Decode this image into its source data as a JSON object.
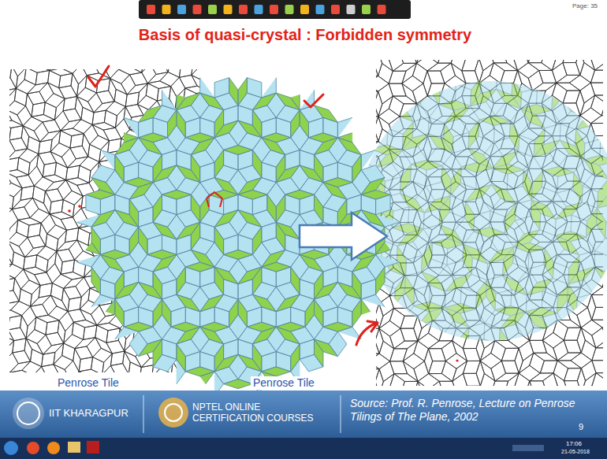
{
  "diagram": {
    "title": "Basis of quasi-crystal : Forbidden symmetry",
    "caption": "Source: Prof. R. Penrose, Lecture on Penrose Tilings of The Plane, 2002",
    "labels": [
      "Page: 35",
      "Penrose Tile",
      "Penrose Tile",
      "IIT KHARAGPUR",
      "NPTEL ONLINE CERTIFICATION COURSES",
      "9",
      "17:06",
      "21-05-2018"
    ]
  }
}
